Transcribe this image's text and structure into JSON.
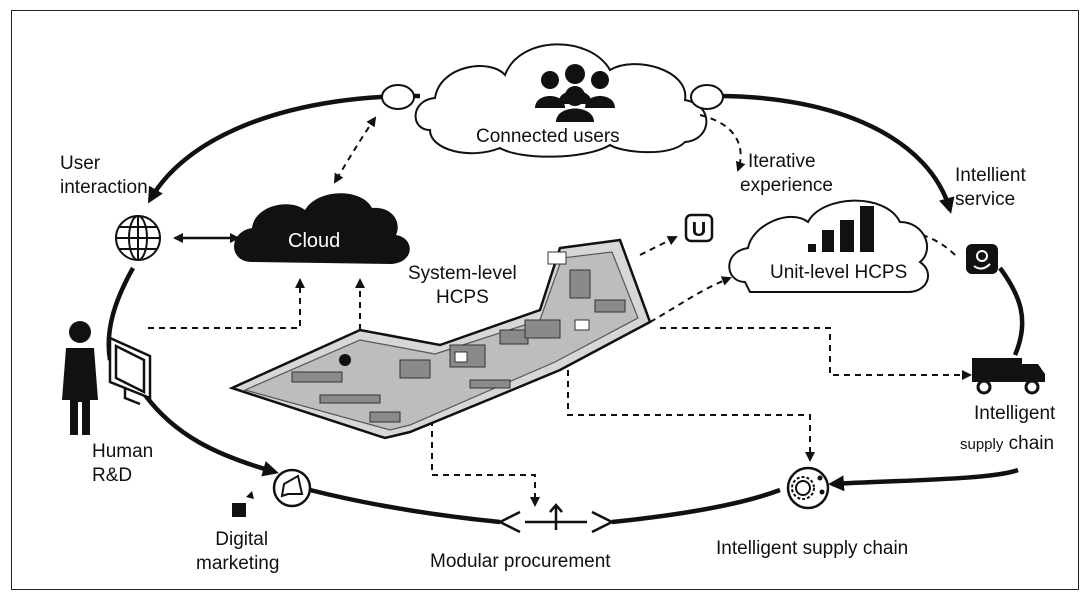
{
  "labels": {
    "connected_users": "Connected users",
    "user_interaction_line1": "User",
    "user_interaction_line2": "interaction",
    "cloud": "Cloud",
    "iterative_line1": "Iterative",
    "iterative_line2": "experience",
    "intelligent_service_line1": "Intellient",
    "intelligent_service_line2": "service",
    "system_level_line1": "System-level",
    "system_level_line2": "HCPS",
    "unit_level": "Unit-level HCPS",
    "human_rd_line1": "Human",
    "human_rd_line2": "R&D",
    "digital_marketing_line1": "Digital",
    "digital_marketing_line2": "marketing",
    "modular_procurement": "Modular procurement",
    "intelligent_supply_chain_bottom": "Intelligent supply chain",
    "intelligent_supply_chain_right_line1": "Intelligent",
    "intelligent_supply_chain_right_line2a": "supply",
    "intelligent_supply_chain_right_line2b": "chain",
    "u_badge": "U"
  },
  "icons": [
    "users-group-icon",
    "globe-icon",
    "human-icon",
    "monitor-icon",
    "megaphone-icon",
    "gear-network-icon",
    "truck-icon",
    "service-robot-icon",
    "u-badge-icon",
    "bar-chart-icon"
  ],
  "colors": {
    "ink": "#111111",
    "cloud_fill": "#111111",
    "background": "#ffffff"
  }
}
